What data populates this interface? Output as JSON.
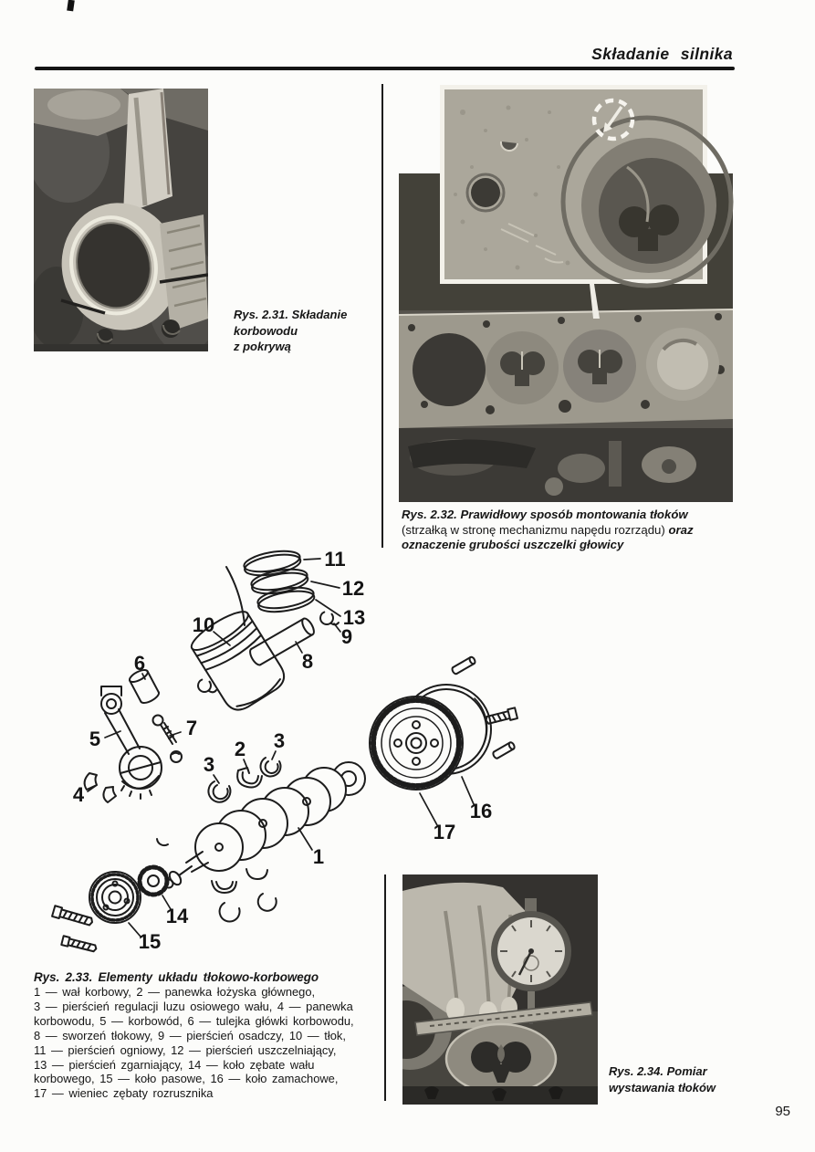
{
  "page": {
    "header_title": "Składanie silnika",
    "page_number": "95"
  },
  "fig231": {
    "caption_line1": "Rys. 2.31. Składanie",
    "caption_line2": "korbowodu",
    "caption_line3": "z pokrywą"
  },
  "fig232": {
    "caption_bold_1": "Rys. 2.32. Prawidłowy sposób montowania tłoków",
    "caption_regular": "(strzałką w stronę mechanizmu napędu rozrządu) ",
    "caption_bold_2": "oraz",
    "caption_bold_3": "oznaczenie grubości uszczelki głowicy"
  },
  "fig233": {
    "title": "Rys. 2.33. Elementy układu tłokowo-korbowego",
    "legend_lines": [
      "1 — wał korbowy, 2 — panewka łożyska głównego,",
      "3 — pierścień regulacji luzu osiowego wału, 4 — panewka",
      "korbowodu, 5 — korbowód, 6 — tulejka główki korbowodu,",
      "8 — sworzeń tłokowy, 9 — pierścień osadczy, 10 — tłok,",
      "11 — pierścień ogniowy, 12 — pierścień uszczelniający,",
      "13 — pierścień zgarniający, 14 — koło zębate wału",
      "korbowego, 15 — koło pasowe, 16 — koło zamachowe,",
      "17 — wieniec zębaty rozrusznika"
    ],
    "part_labels": {
      "l1": "1",
      "l2": "2",
      "l3a": "3",
      "l3b": "3",
      "l4": "4",
      "l5": "5",
      "l6": "6",
      "l7": "7",
      "l8": "8",
      "l9": "9",
      "l10": "10",
      "l11": "11",
      "l12": "12",
      "l13": "13",
      "l14": "14",
      "l15": "15",
      "l16": "16",
      "l17": "17"
    }
  },
  "fig234": {
    "caption_line1": "Rys. 2.34. Pomiar",
    "caption_line2": "wystawania tłoków"
  }
}
